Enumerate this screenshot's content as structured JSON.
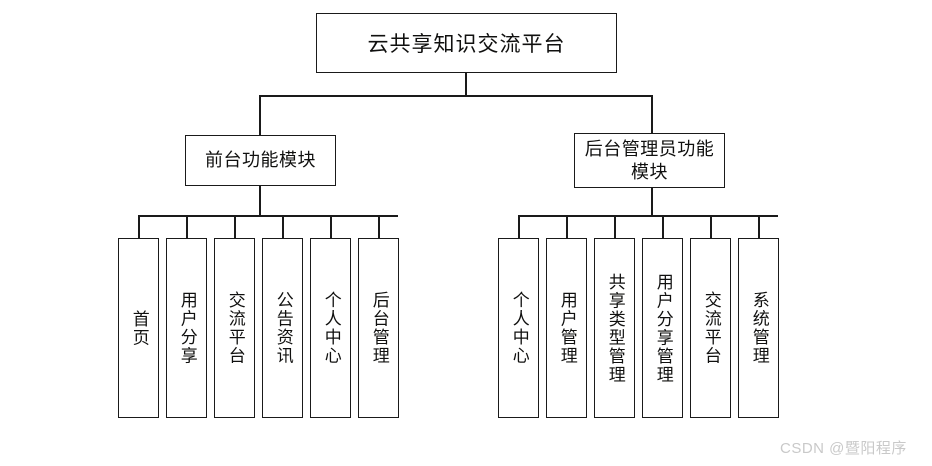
{
  "diagram": {
    "root": {
      "label": "云共享知识交流平台"
    },
    "branches": [
      {
        "label": "前台功能模块",
        "leaves": [
          {
            "label": "首页"
          },
          {
            "label": "用户分享"
          },
          {
            "label": "交流平台"
          },
          {
            "label": "公告资讯"
          },
          {
            "label": "个人中心"
          },
          {
            "label": "后台管理"
          }
        ]
      },
      {
        "label": "后台管理员功能模块",
        "leaves": [
          {
            "label": "个人中心"
          },
          {
            "label": "用户管理"
          },
          {
            "label": "共享类型管理"
          },
          {
            "label": "用户分享管理"
          },
          {
            "label": "交流平台"
          },
          {
            "label": "系统管理"
          }
        ]
      }
    ]
  },
  "watermark": {
    "text": "CSDN @暨阳程序"
  },
  "colors": {
    "stroke": "#1a1a1a",
    "background": "#ffffff",
    "text": "#10100f",
    "watermark": "#c9c9c9"
  }
}
